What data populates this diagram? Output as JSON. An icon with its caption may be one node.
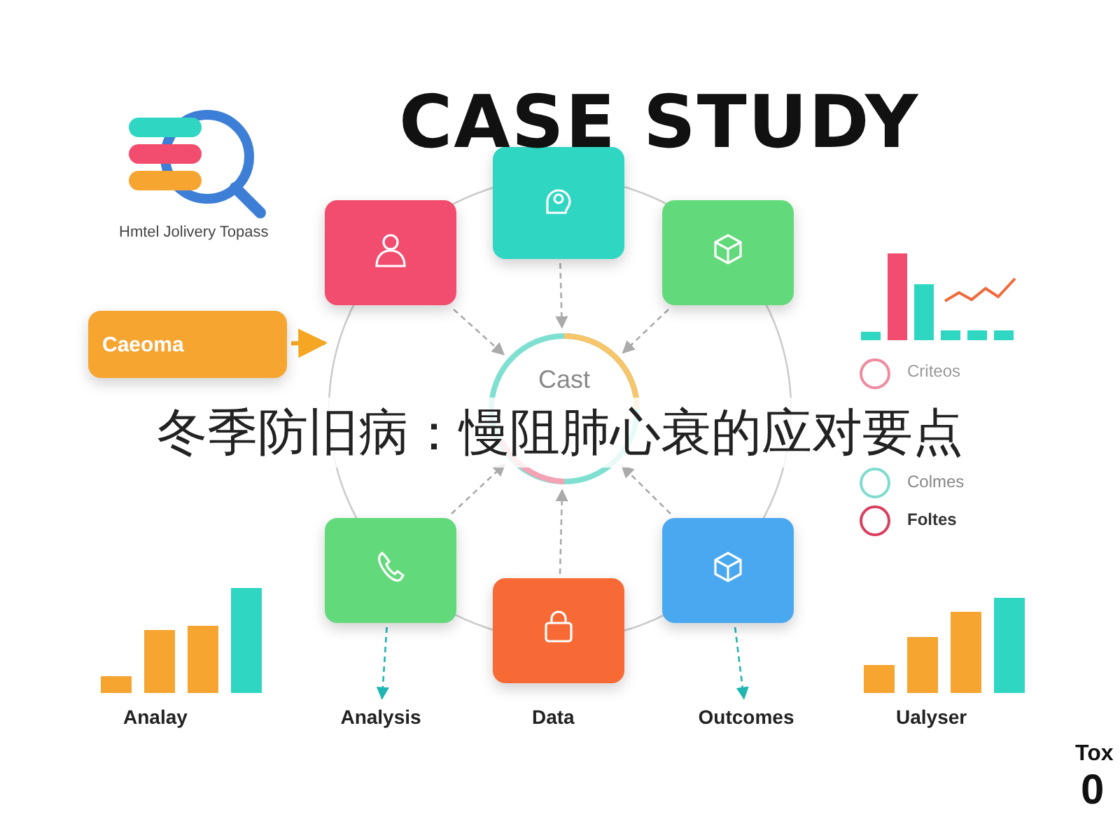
{
  "diagram": {
    "title": "CASE STUDY",
    "nodes": [
      {
        "text": [],
        "shape": "box"
      },
      {
        "text": [],
        "shape": "box"
      },
      {
        "text": [],
        "shape": "box"
      },
      {
        "text": [
          "Cast"
        ]
      },
      {
        "text": [],
        "shape": "box"
      },
      {
        "text": [],
        "shape": "box"
      },
      {
        "text": [],
        "shape": "box"
      },
      {
        "text": [
          "Caeoma"
        ]
      },
      {
        "text": [
          "Analysis"
        ]
      },
      {
        "text": [
          "Outcomes"
        ]
      }
    ],
    "edges": [
      {
        "from": 0,
        "to": 3,
        "arrow": "to",
        "style": "dashed"
      },
      {
        "from": 1,
        "to": 3,
        "arrow": "to",
        "style": "dashed"
      },
      {
        "from": 2,
        "to": 3,
        "arrow": "to",
        "style": "dashed"
      },
      {
        "from": 4,
        "to": 3,
        "arrow": "to",
        "style": "dashed"
      },
      {
        "from": 5,
        "to": 3,
        "arrow": "to",
        "style": "dashed"
      },
      {
        "from": 6,
        "to": 3,
        "arrow": "to",
        "style": "dashed"
      },
      {
        "from": 4,
        "to": 8,
        "arrow": "to",
        "style": "dashed",
        "color": "#1fb5b0"
      },
      {
        "from": 6,
        "to": 9,
        "arrow": "to",
        "style": "dashed",
        "color": "#1fb5b0"
      },
      {
        "from": 7,
        "to": null,
        "arrow": "to",
        "style": "thick",
        "color": "#f5a623"
      }
    ],
    "labels": [
      "Hmtel Jolivery Topass",
      "冬季防旧病：慢阻肺心衰的应对要点",
      "Criteos",
      "Colmes",
      "Foltes",
      "Analay",
      "Data",
      "Ualyser",
      "Tox",
      "0"
    ]
  }
}
